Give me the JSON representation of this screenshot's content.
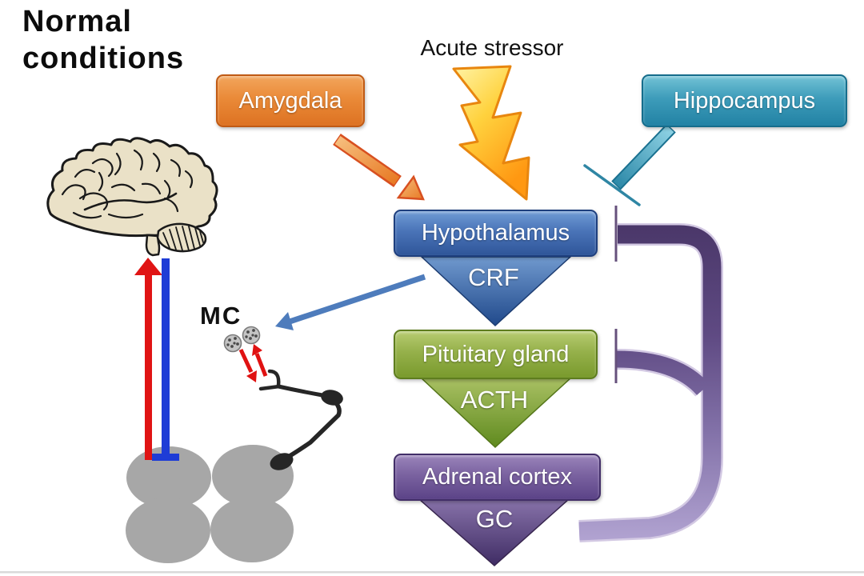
{
  "title": {
    "text": "Normal conditions",
    "line1": "Normal",
    "line2": "conditions"
  },
  "annotations": {
    "acute_stressor": "Acute stressor",
    "mast_cell": "MC"
  },
  "nodes": {
    "amygdala": {
      "label": "Amygdala",
      "color": "#e98938",
      "border": "#c05a14"
    },
    "hippocampus": {
      "label": "Hippocampus",
      "color": "#3d9cba",
      "border": "#156d8c"
    },
    "hypothalamus": {
      "label": "Hypothalamus",
      "color": "#4a74b8",
      "border": "#1e3f7e"
    },
    "pituitary": {
      "label": "Pituitary gland",
      "color": "#95b04a",
      "border": "#5e7d1e"
    },
    "adrenal": {
      "label": "Adrenal cortex",
      "color": "#7a62a0",
      "border": "#422e68"
    }
  },
  "hormones": {
    "crf": "CRF",
    "acth": "ACTH",
    "gc": "GC"
  },
  "icons": {
    "lightning": {
      "meaning": "acute stressor bolt",
      "fill_top": "#fff3a0",
      "fill_bottom": "#ff9d12"
    },
    "brain": {
      "fill": "#eae1c7",
      "outline": "#1a1a1a"
    },
    "adrenal_gland": {
      "fill": "#a7a7a7"
    },
    "mast_cells": {
      "fill": "#c4c4c4",
      "dots": "#4a4a4a"
    },
    "neuron": {
      "stroke": "#262626"
    }
  },
  "connectors": {
    "stimulation_red": "#e01414",
    "inhibition_blue": "#1e3cd6",
    "crf_to_mc_blue": "#4e7cbc",
    "amygdala_arrow_orange": "#e87e28",
    "hippocampus_inhibit_teal": "#2d8fae",
    "feedback_loop_purple_dark": "#4d3a6e",
    "feedback_loop_purple_light": "#b0a2d2"
  }
}
